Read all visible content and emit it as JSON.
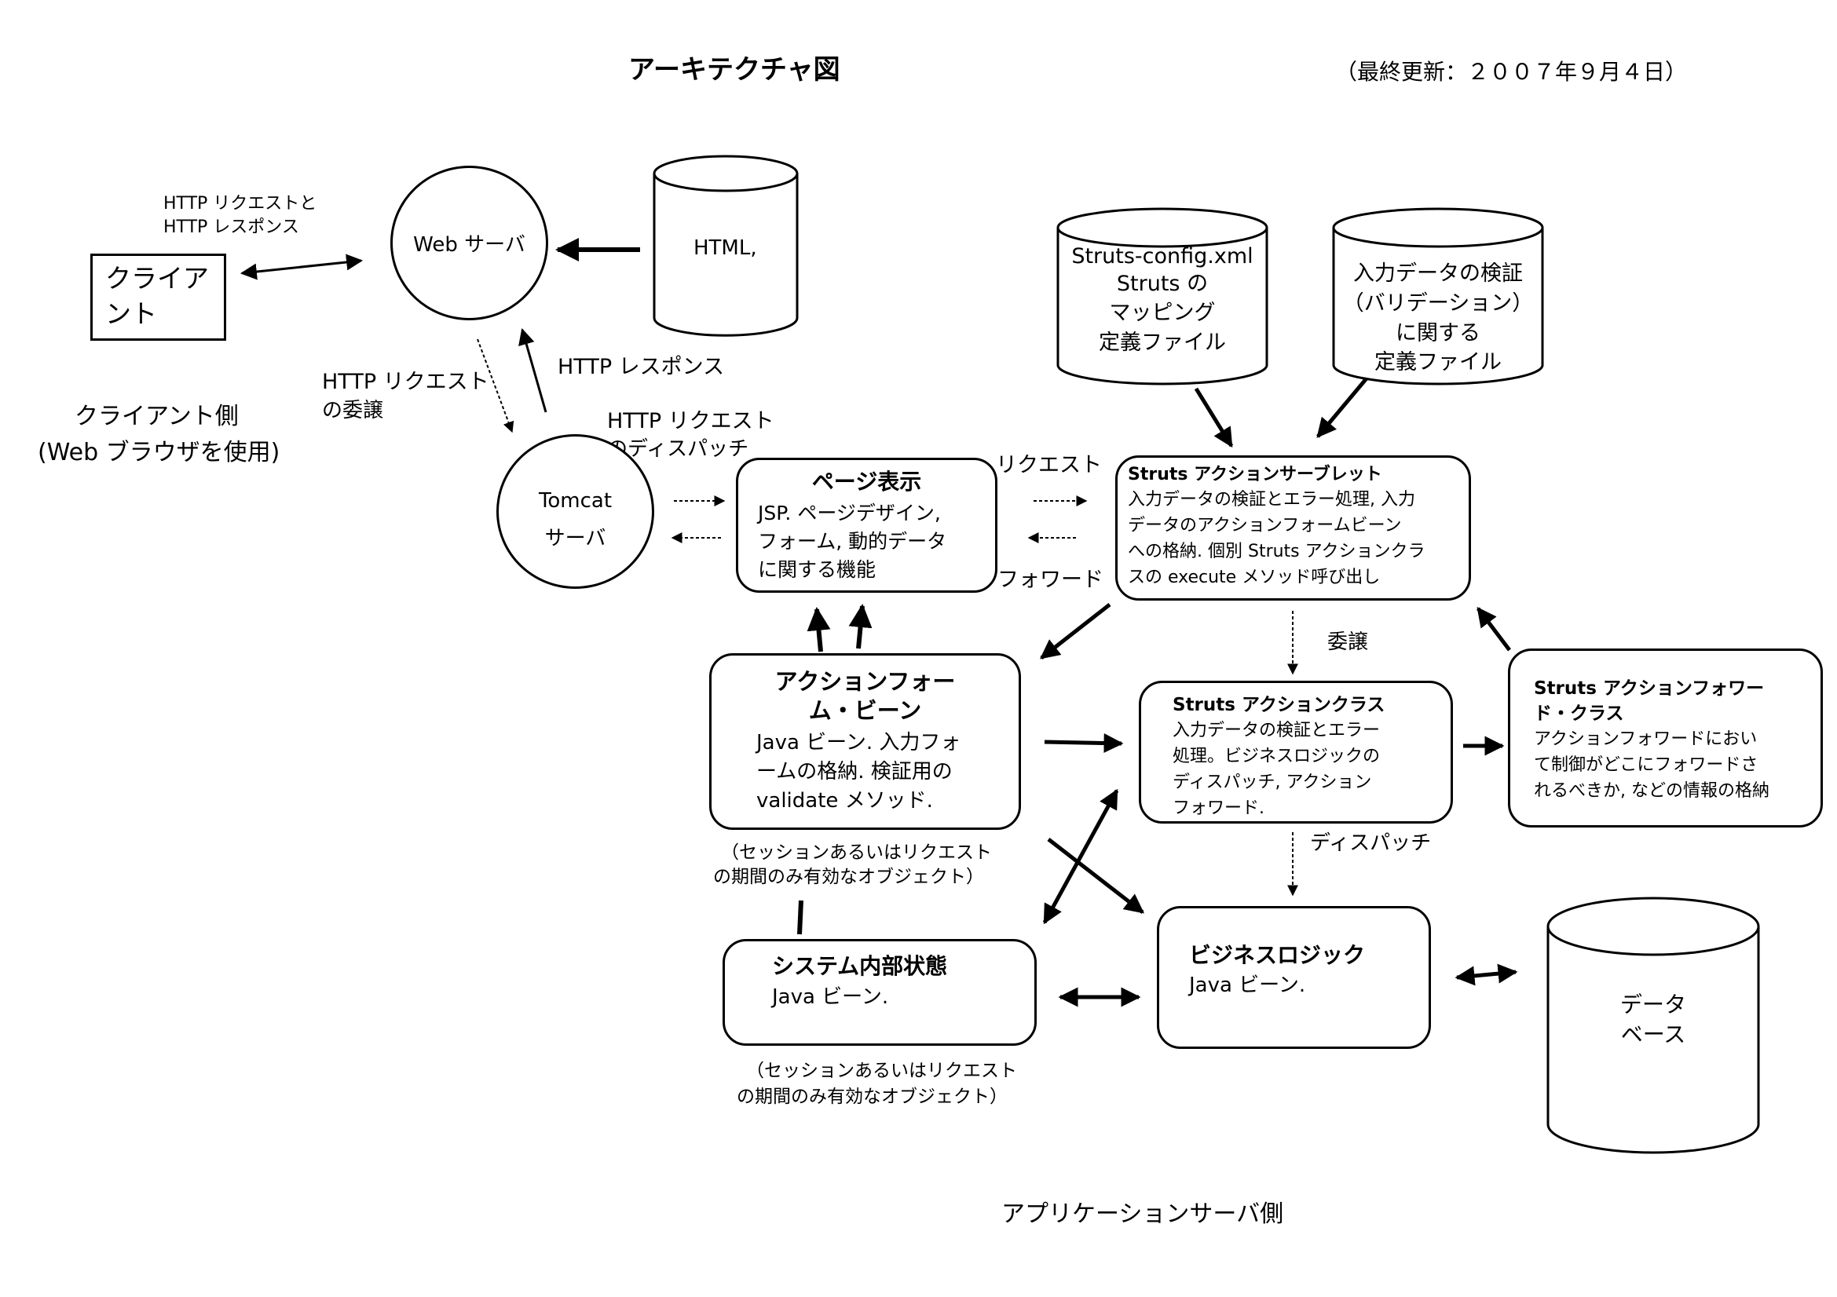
{
  "title": "アーキテクチャ図",
  "updated": "（最終更新：２００７年９月４日）",
  "client": {
    "box_line1": "クライア",
    "box_line2": "ント",
    "side_line1": "クライアント側",
    "side_line2": "(Web ブラウザを使用)",
    "http_line1": "HTTP リクエストと",
    "http_line2": "HTTP レスポンス"
  },
  "web_server": {
    "label": "Web サーバ"
  },
  "html_store": {
    "label": "HTML,"
  },
  "flows": {
    "delegate_line1": "HTTP  リクエスト",
    "delegate_line2": "の委譲",
    "response": "HTTP レスポンス",
    "dispatch_line1": "HTTP  リクエスト",
    "dispatch_line2": "のディスパッチ",
    "request": "リクエスト",
    "forward": "フォワード",
    "itaku": "委譲",
    "dispatch": "ディスパッチ"
  },
  "tomcat": {
    "line1": "Tomcat",
    "line2": "サーバ"
  },
  "config_store": {
    "line1": "Struts-config.xml",
    "line2": "Struts  の",
    "line3": "マッピング",
    "line4": "定義ファイル"
  },
  "validation_store": {
    "line1": "入力データの検証",
    "line2": "（バリデーション）",
    "line3": "に関する",
    "line4": "定義ファイル"
  },
  "page_view": {
    "title": "ページ表示",
    "line1": "JSP.  ページデザイン,",
    "line2": "フォーム,  動的データ",
    "line3": "に関する機能"
  },
  "servlet": {
    "title": "Struts アクションサーブレット",
    "line1": "入力データの検証とエラー処理, 入力",
    "line2": "データのアクションフォームビーン",
    "line3": "への格納. 個別 Struts アクションクラ",
    "line4": "スの  execute  メソッド呼び出し"
  },
  "form_bean": {
    "title1": "アクションフォー",
    "title2": "ム・ビーン",
    "line1": "Java  ビーン.  入力フォ",
    "line2": "ームの格納.  検証用の",
    "line3": "validate メソッド."
  },
  "session_note1": {
    "line1": "（セッションあるいはリクエスト",
    "line2": "の期間のみ有効なオブジェクト）"
  },
  "action_class": {
    "title": "Struts アクションクラス",
    "line1": "入力データの検証とエラー",
    "line2": "処理。ビジネスロジックの",
    "line3": "ディスパッチ,  アクション",
    "line4": "フォワード."
  },
  "action_forward": {
    "title1": "Struts  アクションフォワー",
    "title2": "ド・クラス",
    "line1": "アクションフォワードにおい",
    "line2": "て制御がどこにフォワードさ",
    "line3": "れるべきか, などの情報の格納"
  },
  "system_state": {
    "title": "システム内部状態",
    "line1": "Java  ビーン."
  },
  "session_note2": {
    "line1": "（セッションあるいはリクエスト",
    "line2": "の期間のみ有効なオブジェクト）"
  },
  "business_logic": {
    "title": "ビジネスロジック",
    "line1": "Java  ビーン."
  },
  "database": {
    "line1": "データ",
    "line2": "ベース"
  },
  "app_server_side": "アプリケーションサーバ側"
}
